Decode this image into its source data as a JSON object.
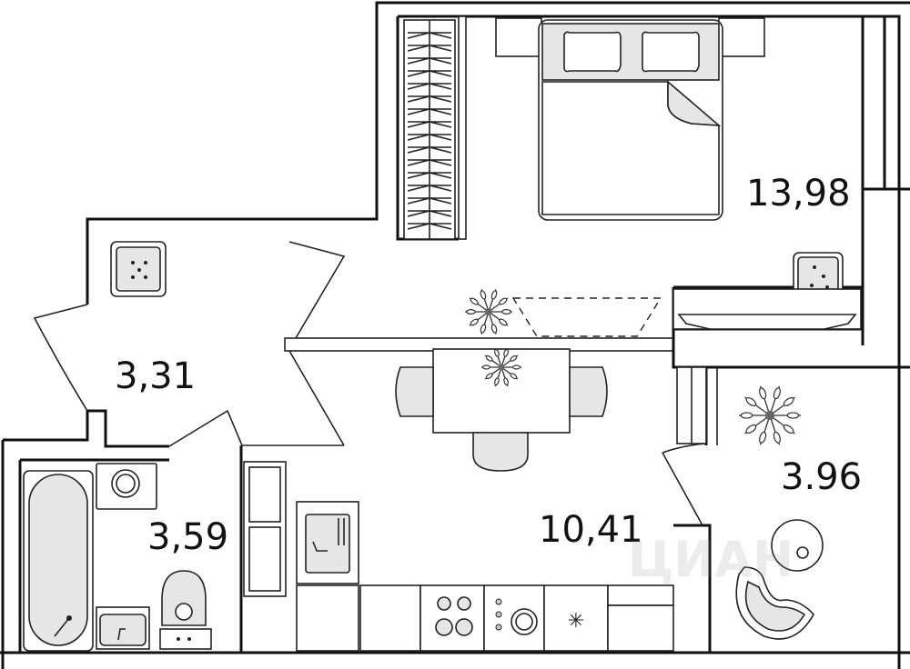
{
  "plan": {
    "rooms": [
      {
        "id": "bedroom",
        "area": "13,98"
      },
      {
        "id": "hall",
        "area": "3,31"
      },
      {
        "id": "bathroom",
        "area": "3,59"
      },
      {
        "id": "kitchen-living",
        "area": "10,41"
      },
      {
        "id": "balcony",
        "area": "3.96"
      }
    ],
    "watermark": "ЦИАН"
  }
}
